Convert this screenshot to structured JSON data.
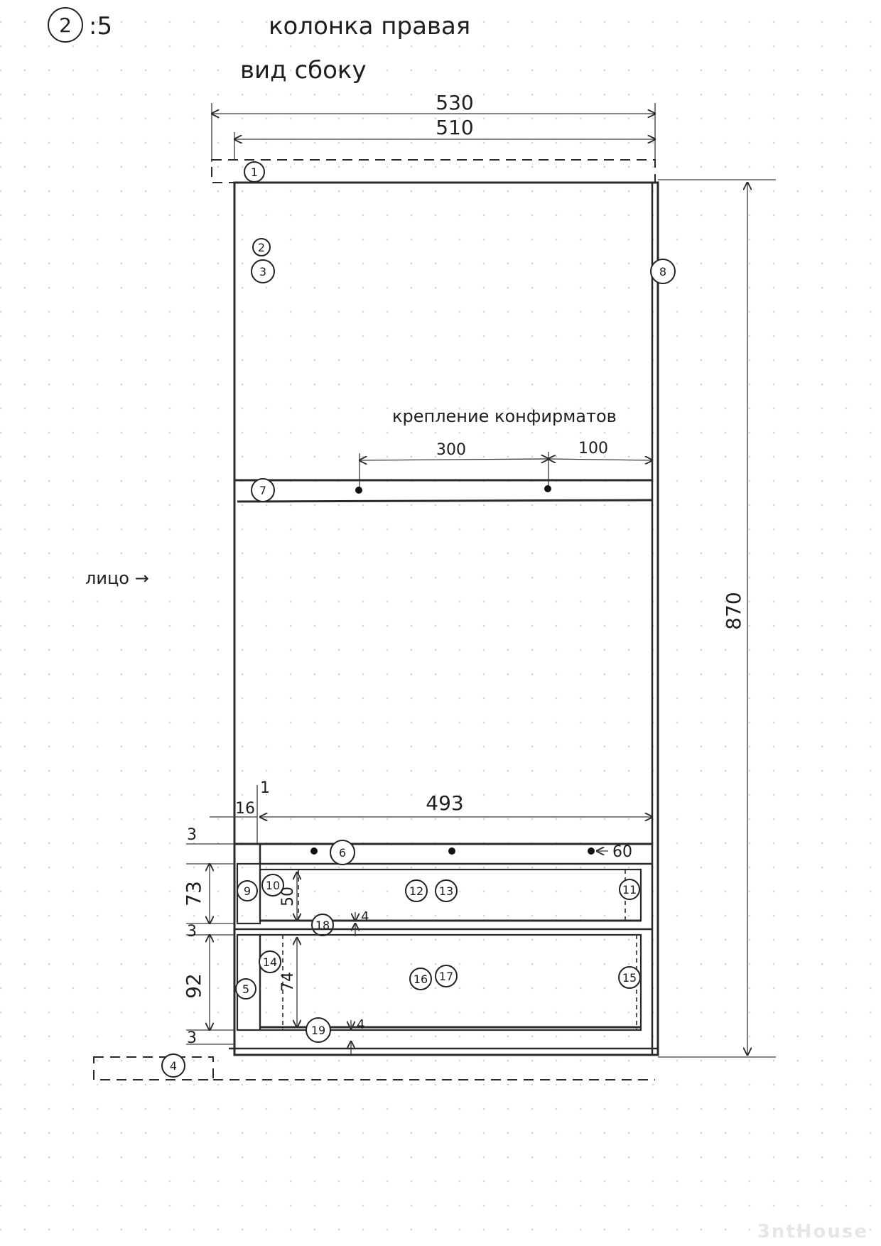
{
  "sheet": {
    "number": "2",
    "sheet_index": ":5",
    "title_line1": "колонка правая",
    "title_line2": "вид сбоку",
    "front_label": "лицо →",
    "confirmat_note": "крепление конфирматов",
    "watermark": "3ntHouse"
  },
  "dimensions": {
    "overall_width": "530",
    "inner_width": "510",
    "height": "870",
    "confirmat_spacing": "300",
    "confirmat_edge": "100",
    "drawer_width": "493",
    "left_offset": "16",
    "gap_small": "1",
    "rail_edge": "60",
    "gap_top": "3",
    "drawer1_height": "73",
    "drawer1_inner": "50",
    "gap_mid": "3",
    "drawer2_height": "92",
    "drawer2_inner": "74",
    "gap_bottom": "3",
    "bottom_thickness_1": "4",
    "bottom_thickness_2": "4"
  },
  "parts": [
    "1",
    "2",
    "3",
    "4",
    "5",
    "6",
    "7",
    "8",
    "9",
    "10",
    "11",
    "12",
    "13",
    "14",
    "15",
    "16",
    "17",
    "18",
    "19"
  ]
}
